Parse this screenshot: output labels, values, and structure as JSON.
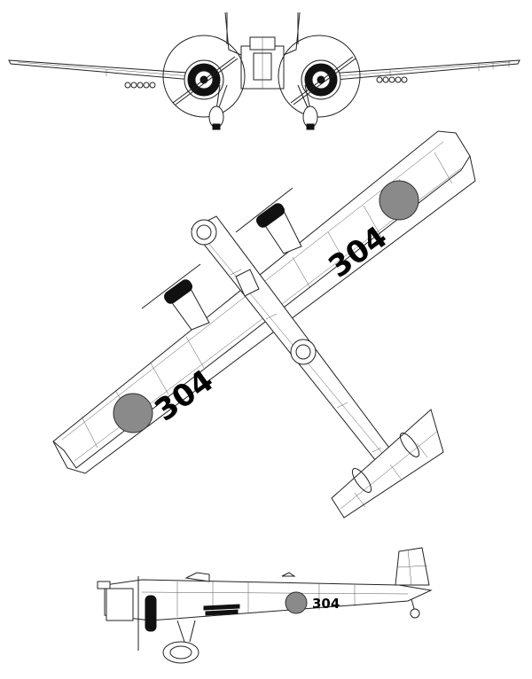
{
  "markings": {
    "top_left_wing_number": "304",
    "top_right_wing_number": "304",
    "side_fuselage_number": "304"
  },
  "views": [
    "front-view",
    "top-view",
    "side-view"
  ],
  "colors": {
    "line": "#222222",
    "roundel": "#8a8a8a",
    "background": "#ffffff"
  }
}
